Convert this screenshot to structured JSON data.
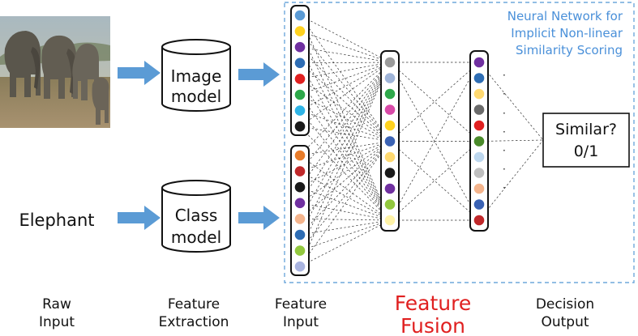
{
  "raw_input_text": "Elephant",
  "image_model": {
    "line1": "Image",
    "line2": "model"
  },
  "class_model": {
    "line1": "Class",
    "line2": "model"
  },
  "nn_title": {
    "line1": "Neural Network for",
    "line2": "Implicit Non-linear",
    "line3": "Similarity Scoring"
  },
  "decision_box": {
    "line1": "Similar?",
    "line2": "0/1"
  },
  "stage_labels": {
    "raw": {
      "line1": "Raw",
      "line2": "Input"
    },
    "extraction": {
      "line1": "Feature",
      "line2": "Extraction"
    },
    "feature_input": {
      "line1": "Feature",
      "line2": "Input"
    },
    "fusion": {
      "line1": "Feature",
      "line2": "Fusion"
    },
    "decision": {
      "line1": "Decision",
      "line2": "Output"
    }
  },
  "ellipsis": "· · · · · · · ·",
  "colors": {
    "arrow": "#5b9bd5",
    "dashed_box": "#6fa8dc",
    "nn_title": "#4a90d9",
    "fusion_label": "#e02020",
    "text": "#111111"
  },
  "layers": {
    "image_features": [
      "#5b9bd5",
      "#ffd21f",
      "#7030a0",
      "#2e6db4",
      "#e02020",
      "#2ea84a",
      "#2eb4e6",
      "#1a1a1a"
    ],
    "class_features": [
      "#e87c2a",
      "#c0282a",
      "#1a1a1a",
      "#7030a0",
      "#f4b48c",
      "#2e6db4",
      "#92c83e",
      "#a9b4e0"
    ],
    "fusion_layer": [
      "#9a9a9a",
      "#9fb4d8",
      "#2ea84a",
      "#d94aa8",
      "#ffd21f",
      "#3a62b4",
      "#ffd970",
      "#1a1a1a",
      "#7030a0",
      "#92c83e",
      "#fff3a8"
    ],
    "decision_layer": [
      "#7030a0",
      "#2e6db4",
      "#ffd970",
      "#6a6a6a",
      "#e02020",
      "#4a8a2a",
      "#bdd7ee",
      "#bfbfbf",
      "#f4b48c",
      "#3a62b4",
      "#c0282a"
    ]
  }
}
